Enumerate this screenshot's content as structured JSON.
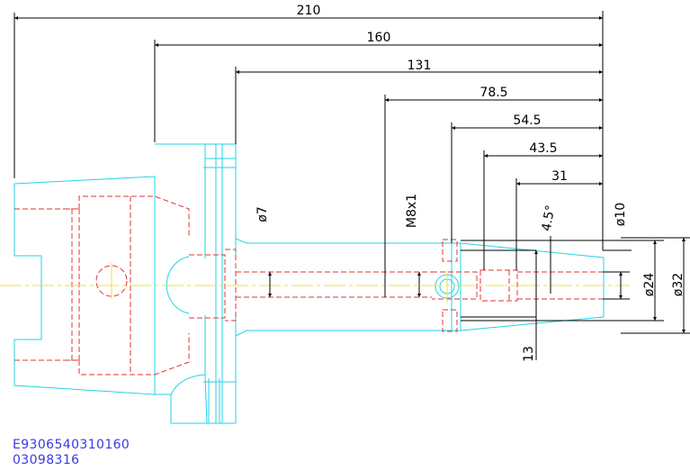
{
  "drawing": {
    "colors": {
      "outline": "#22d3e6",
      "hidden": "#e23434",
      "center": "#f0e030",
      "dimension": "#000000",
      "text_blue": "#3a3ae0"
    },
    "length_dims": [
      "210",
      "160",
      "131",
      "78.5",
      "54.5",
      "43.5",
      "31"
    ],
    "labels": {
      "dia7": "ø7",
      "m8x1": "M8x1",
      "angle": "4.5°",
      "dia10": "ø10",
      "dia24": "ø24",
      "dia32": "ø32",
      "len13": "13"
    }
  },
  "part_numbers": [
    "E9306540310160",
    "03098316"
  ]
}
